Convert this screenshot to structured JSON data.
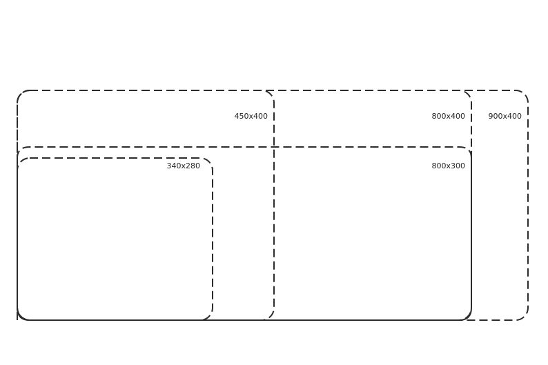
{
  "labels": {
    "size_450x400": "450x400",
    "size_800x400": "800x400",
    "size_900x400": "900x400",
    "size_340x280": "340x280",
    "size_800x300": "800x300"
  },
  "colors": {
    "stroke": "#2b2b2b",
    "label": "#222222",
    "background": "#ffffff"
  }
}
